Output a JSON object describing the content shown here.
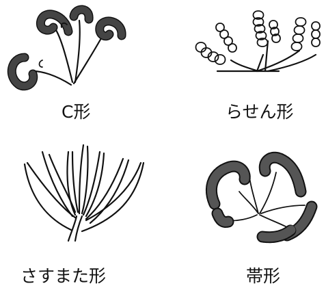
{
  "figures": [
    {
      "id": "c-shape",
      "label": "C形"
    },
    {
      "id": "spiral",
      "label": "らせん形"
    },
    {
      "id": "chestnut",
      "label": "さすまた形"
    },
    {
      "id": "band",
      "label": "帯形"
    }
  ]
}
